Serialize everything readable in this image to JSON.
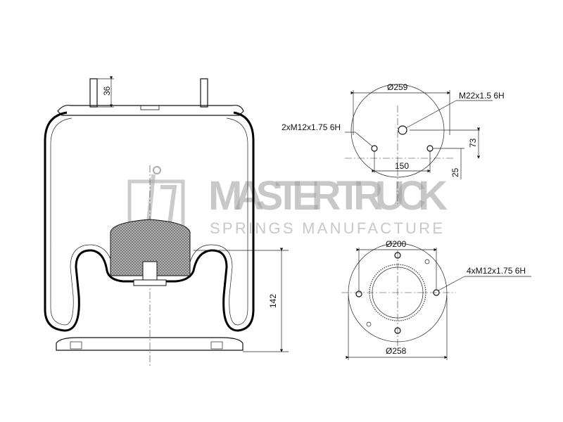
{
  "watermark": {
    "title": "MASTER TRUCK",
    "subtitle": "SPRINGS MANUFACTURE"
  },
  "side_view": {
    "stud_height": "36",
    "height": "142"
  },
  "top_view": {
    "diameter": "Ø259",
    "center_thread": "M22x1.5 6H",
    "side_threads": "2xM12x1.75 6H",
    "offset_73": "73",
    "spacing": "150",
    "offset_25": "25"
  },
  "bottom_view": {
    "inner_diameter": "Ø200",
    "threads": "4xM12x1.75 6H",
    "outer_diameter": "Ø258"
  },
  "colors": {
    "line": "#000000",
    "watermark": "#9a9a9a"
  }
}
